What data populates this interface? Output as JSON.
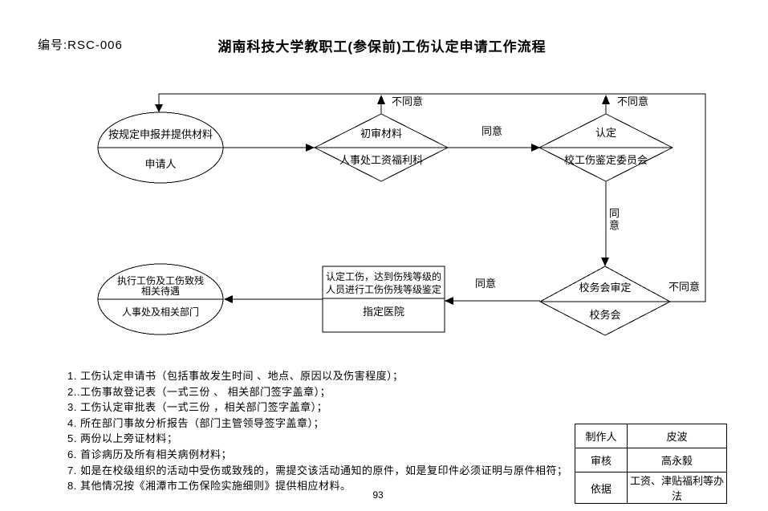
{
  "header": {
    "code": "编号:RSC-006",
    "title": "湖南科技大学教职工(参保前)工伤认定申请工作流程"
  },
  "flowchart": {
    "applicant": {
      "action": "按规定申报并提供材料",
      "actor": "申请人"
    },
    "initial_review": {
      "action": "初审材料",
      "actor": "人事处工资福利科"
    },
    "determination": {
      "action": "认定",
      "actor": "校工伤鉴定委员会"
    },
    "council": {
      "action": "校务会审定",
      "actor": "校务会"
    },
    "hospital": {
      "action_line1": "认定工伤，达到伤残等级的",
      "action_line2": "人员进行工伤伤残等级鉴定",
      "actor": "指定医院"
    },
    "benefits": {
      "action_line1": "执行工伤及工伤致残",
      "action_line2": "相关待遇",
      "actor": "人事处及相关部门"
    },
    "edge_labels": {
      "initial_disagree": "不同意",
      "determination_disagree": "不同意",
      "initial_agree": "同意",
      "determination_agree": "同意",
      "council_agree": "同意",
      "council_disagree": "不同意"
    }
  },
  "notes": [
    "1. 工伤认定申请书（包括事故发生时间 、地点、原因以及伤害程度）；",
    "2..工伤事故登记表（一式三份 、 相关部门签字盖章）；",
    "3. 工伤认定审批表（一式三份 ，相关部门签字盖章）；",
    "4. 所在部门事故分析报告（部门主管领导签字盖章）；",
    "5. 两份以上旁证材料；",
    "6. 首诊病历及所有相关病例材料；",
    "7. 如是在校级组织的活动中受伤或致残的，需提交该活动通知的原件，如是复印件必须证明与原件相符；",
    "8. 其他情况按《湘潭市工伤保险实施细则》提供相应材料。"
  ],
  "info_table": {
    "rows": [
      {
        "label": "制作人",
        "value": "皮波"
      },
      {
        "label": "审核",
        "value": "高永毅"
      },
      {
        "label": "依据",
        "value": "工资、津贴福利等办法"
      }
    ]
  },
  "page_number": "93",
  "colors": {
    "ink": "#000000",
    "background": "#ffffff"
  }
}
